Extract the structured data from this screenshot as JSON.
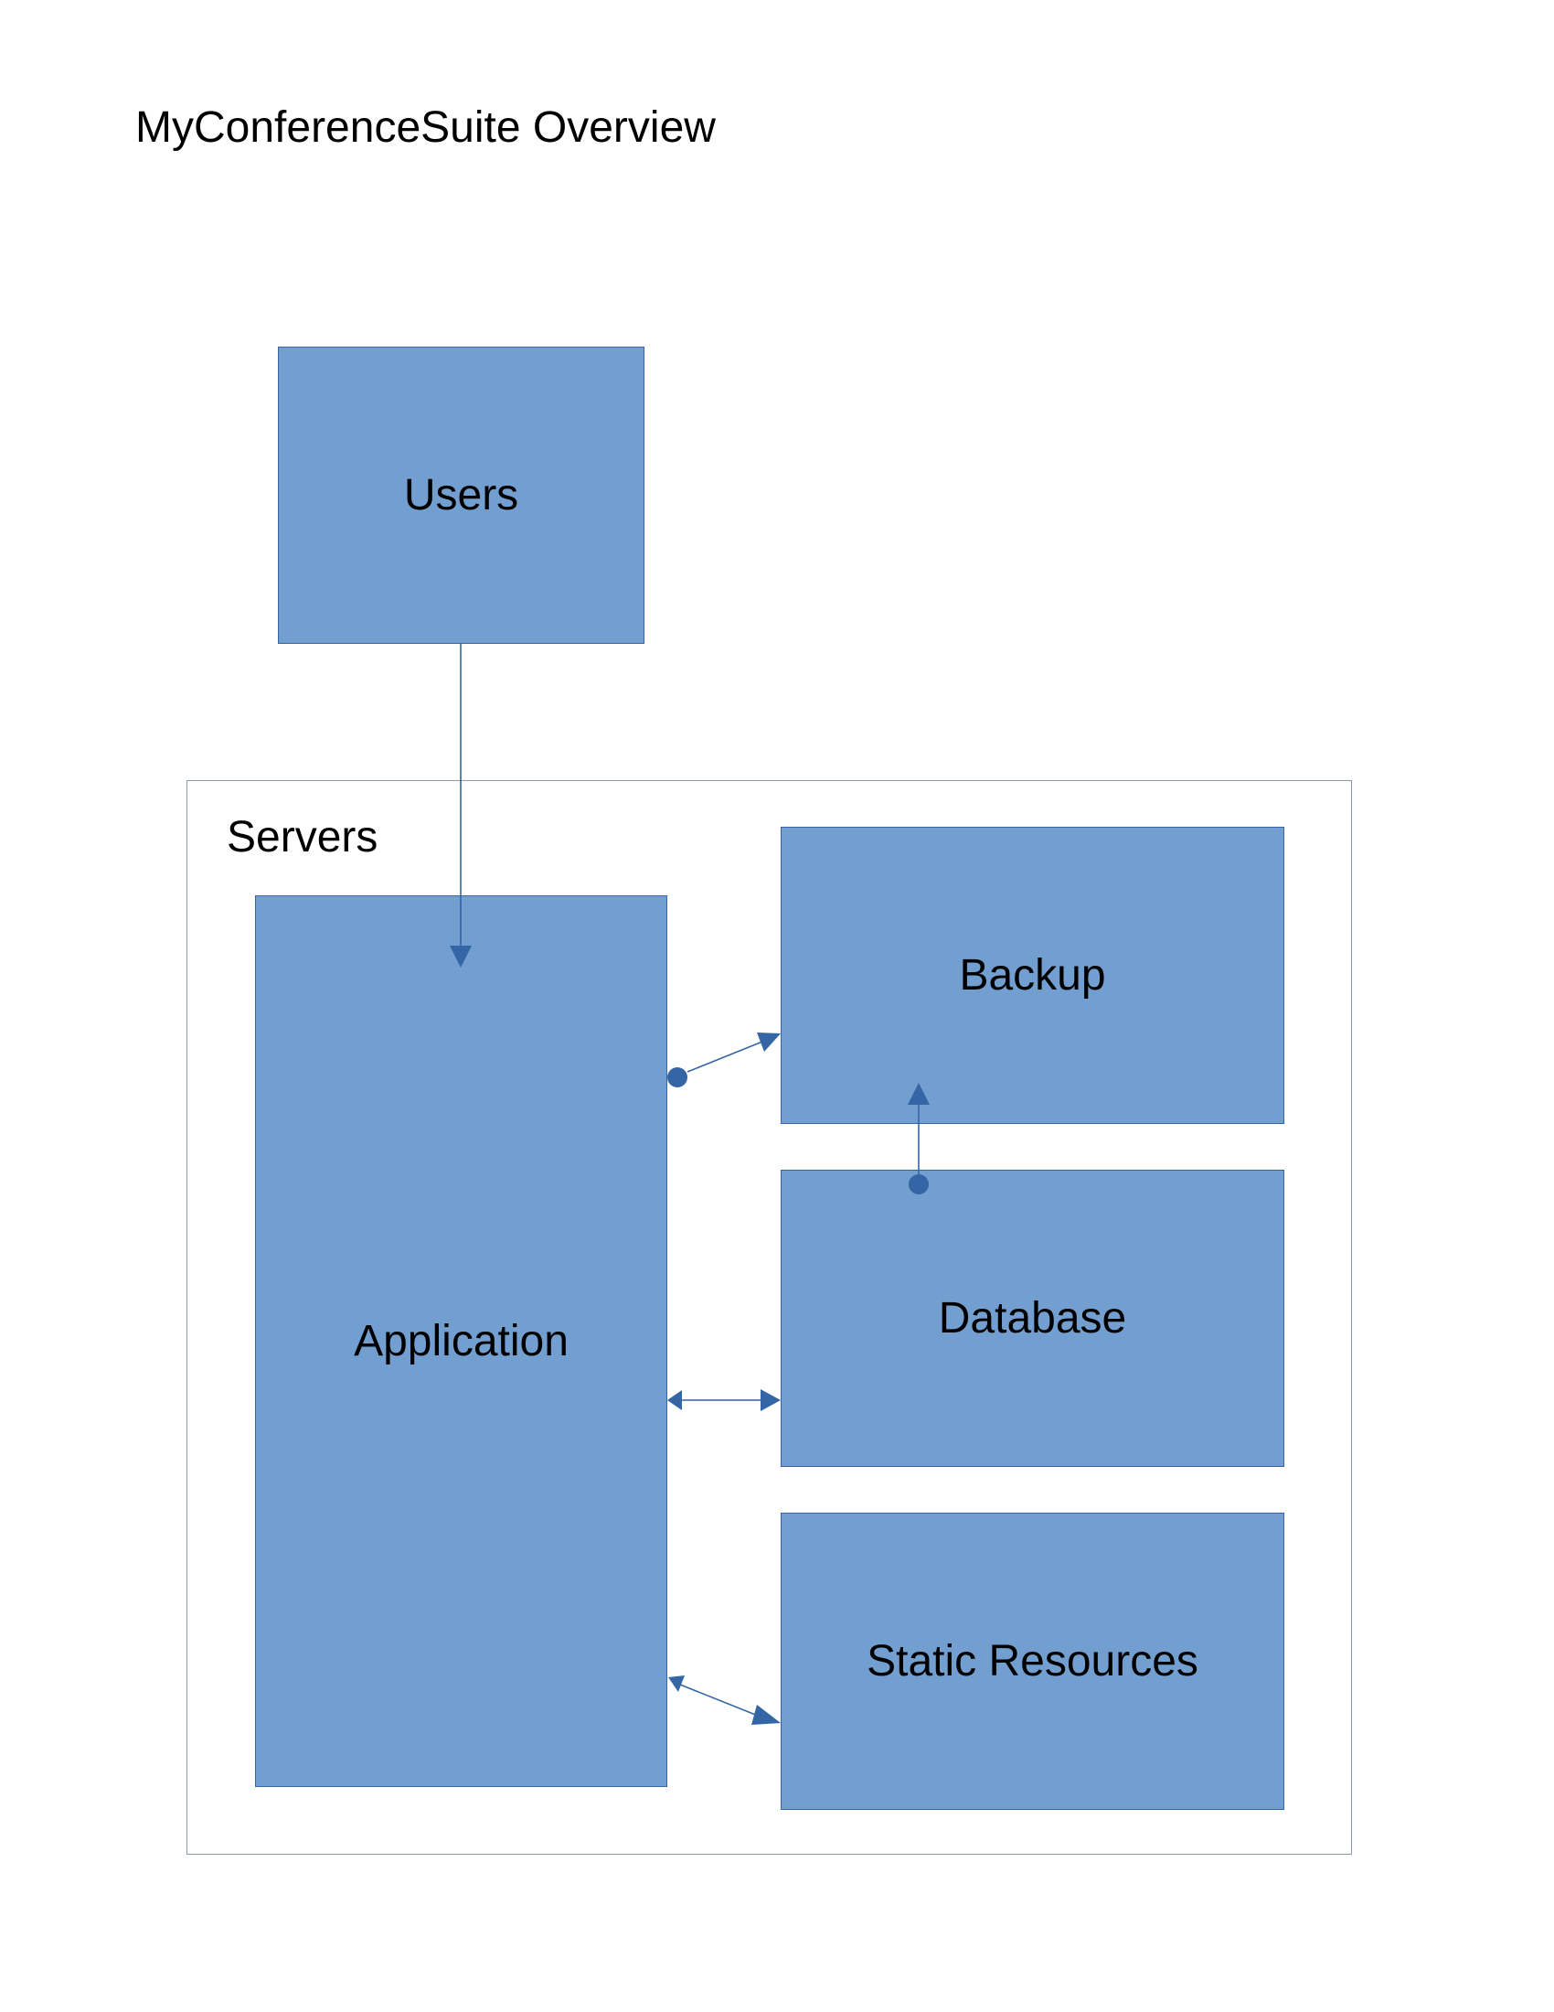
{
  "title": "MyConferenceSuite Overview",
  "container": {
    "label": "Servers"
  },
  "nodes": {
    "users": "Users",
    "application": "Application",
    "backup": "Backup",
    "database": "Database",
    "static_resources": "Static Resources"
  },
  "colors": {
    "node_fill": "#729fcf",
    "node_border": "#3465a4",
    "connector": "#3465a4",
    "container_border": "#8e9aa9"
  }
}
